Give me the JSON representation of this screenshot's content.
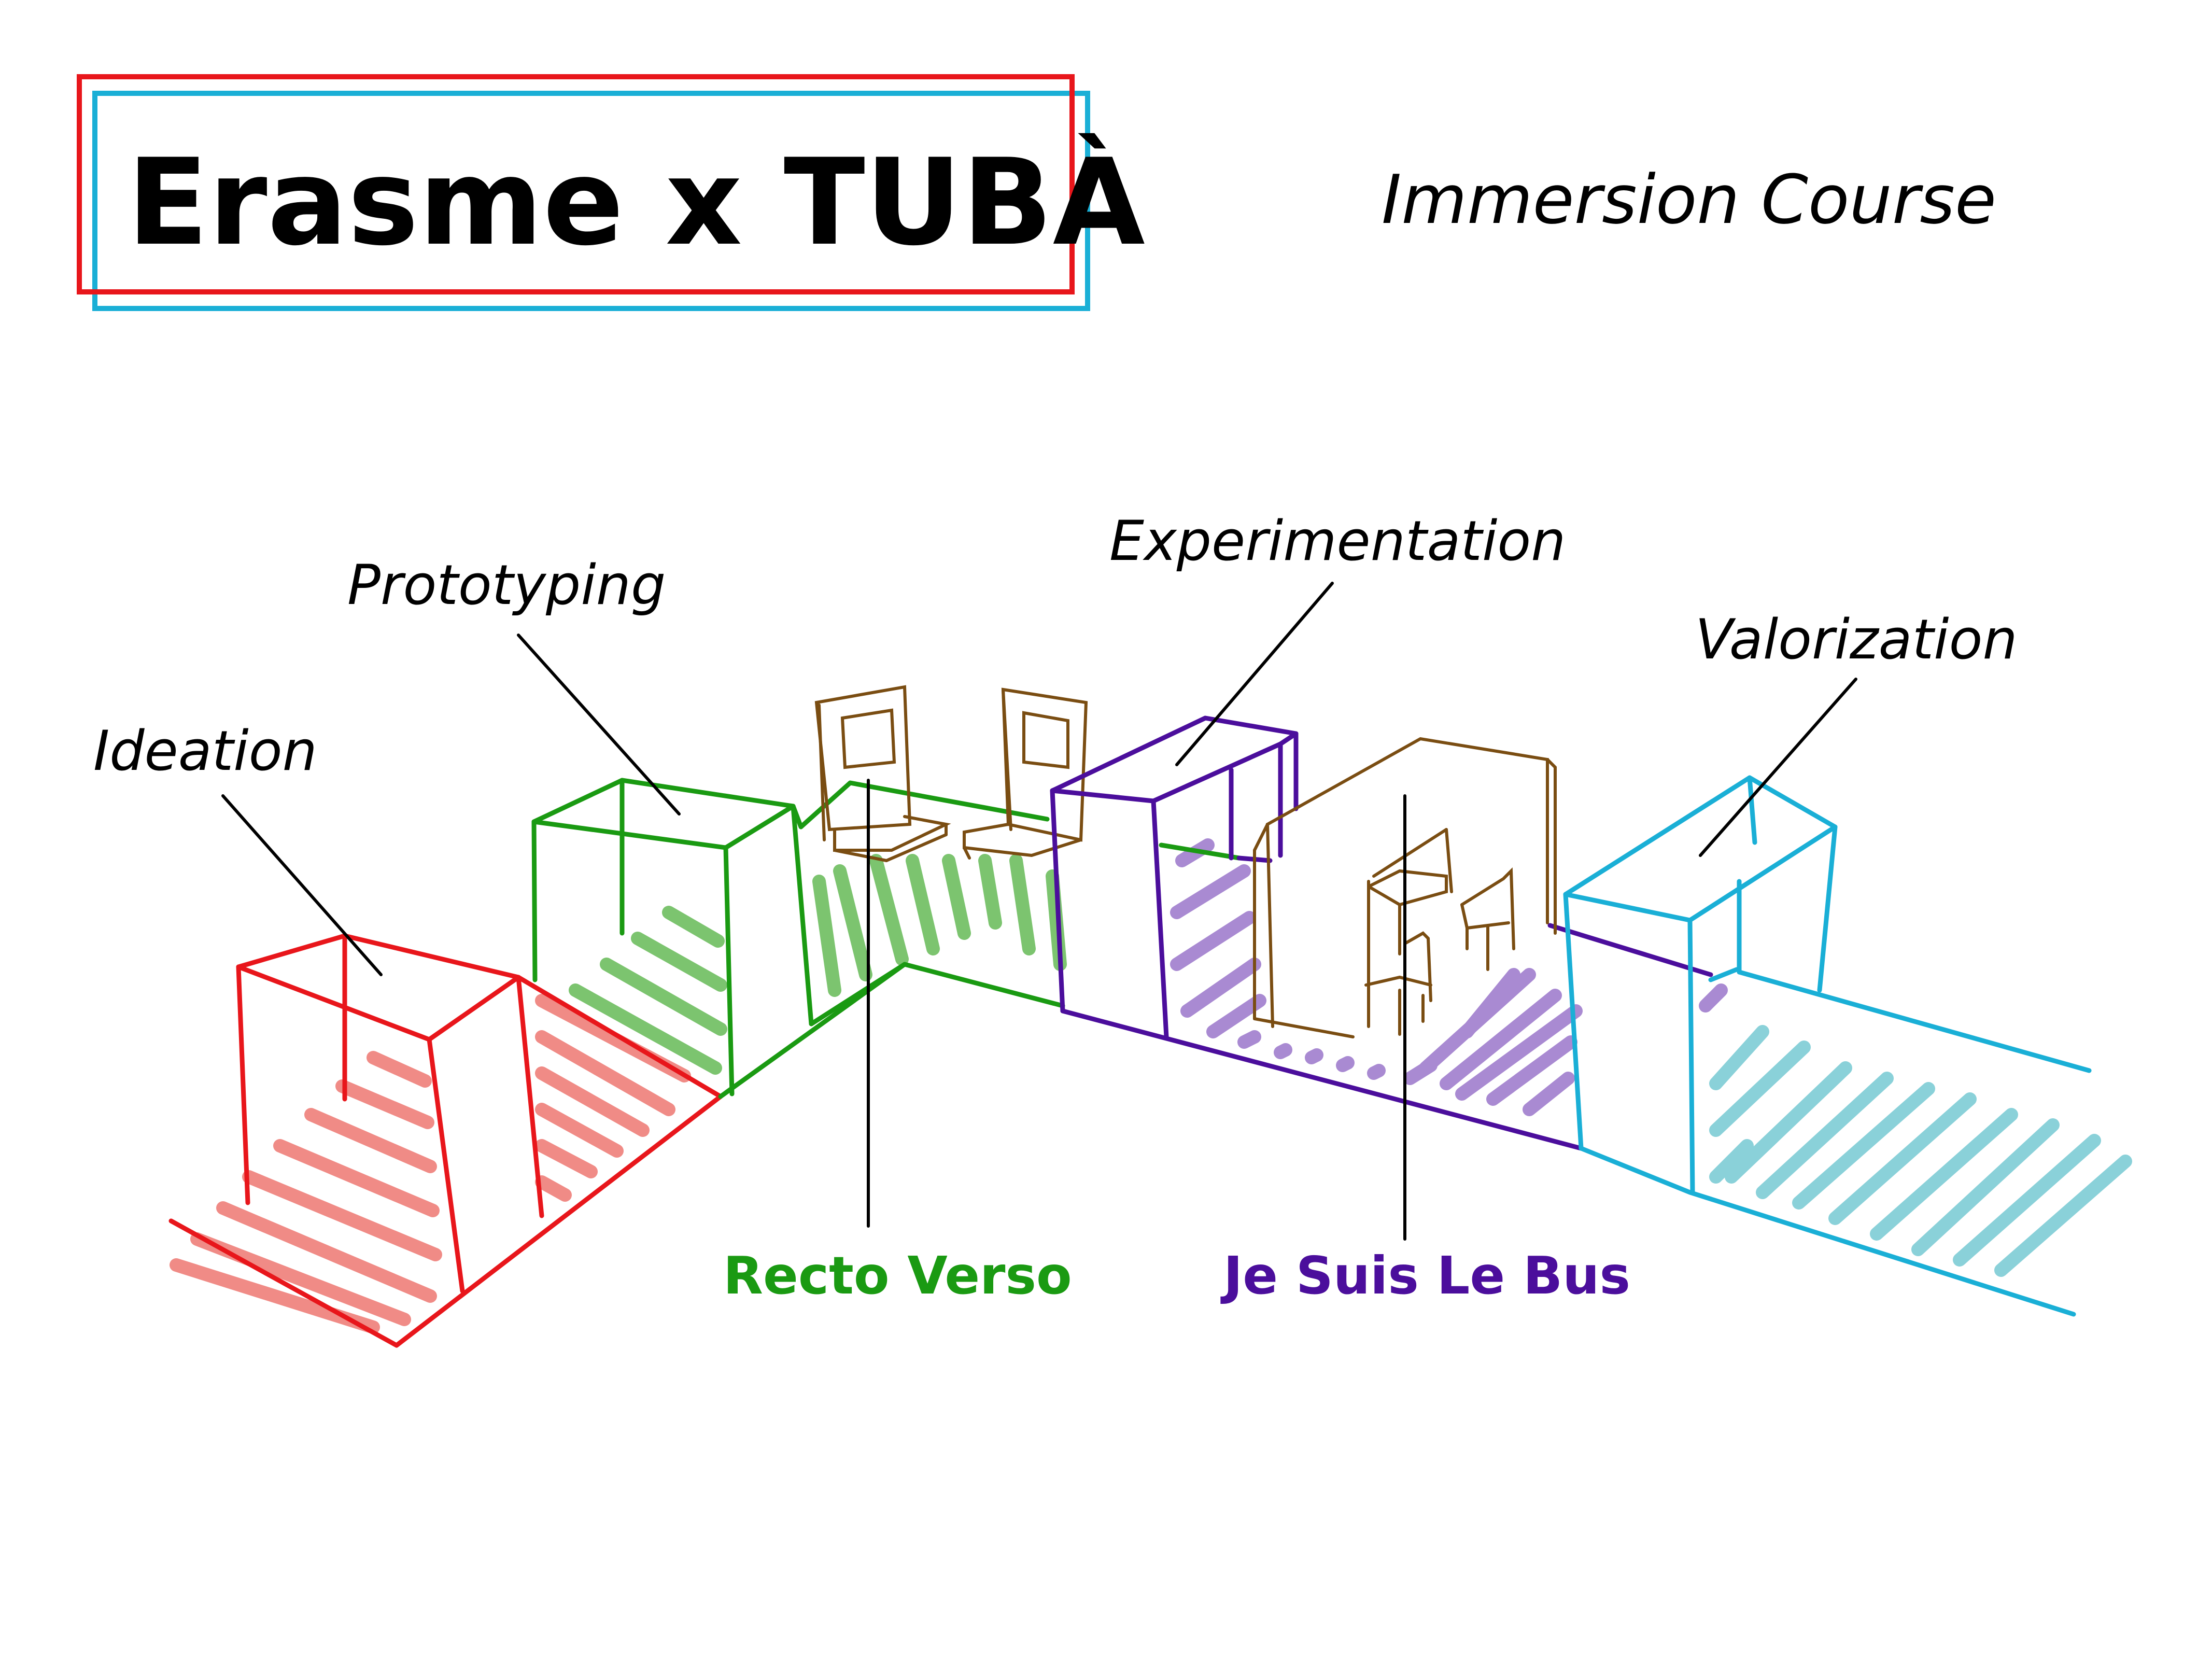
{
  "header": {
    "title": "Erasme x TUBÀ",
    "subtitle": "Immersion Course"
  },
  "stages": [
    {
      "label": "Ideation",
      "color": "#e8161b"
    },
    {
      "label": "Prototyping",
      "color": "#1a9a12"
    },
    {
      "label": "Experimentation",
      "color": "#4b0e9c"
    },
    {
      "label": "Valorization",
      "color": "#1aafd6"
    }
  ],
  "venues": [
    {
      "label": "Recto Verso",
      "color": "#1a9a12"
    },
    {
      "label": "Je Suis Le Bus",
      "color": "#4b0e9c"
    }
  ],
  "colors": {
    "red": "#e8161b",
    "red_fill": "#f08b86",
    "green": "#1a9a12",
    "green_fill": "#7cc46f",
    "purple": "#4b0e9c",
    "purple_fill": "#a98ad2",
    "cyan": "#1aafd6",
    "cyan_fill": "#8ad1d9",
    "brown": "#7a4d12"
  }
}
